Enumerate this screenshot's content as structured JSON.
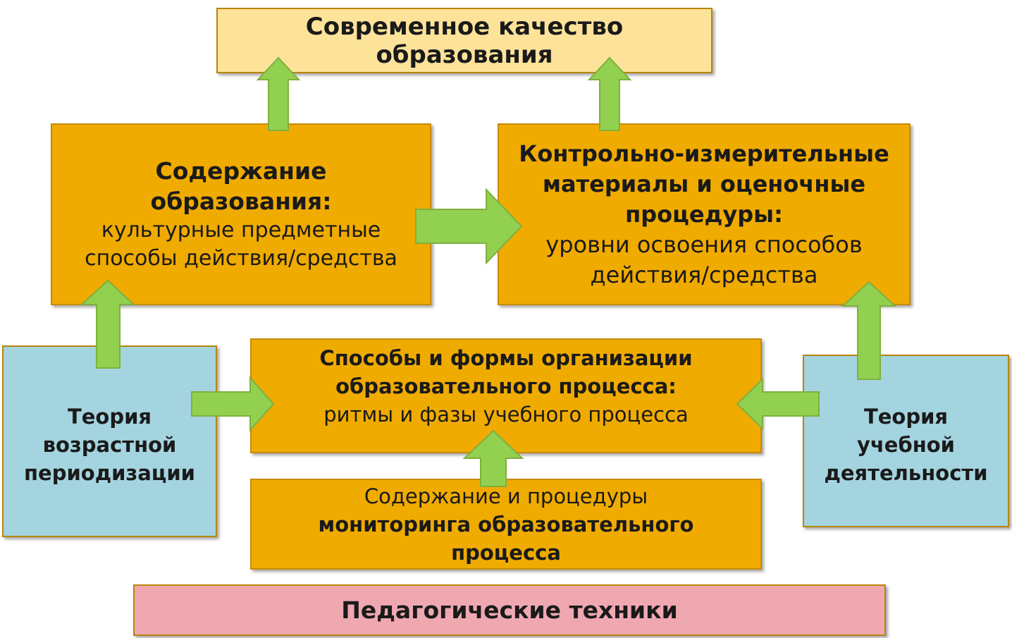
{
  "top": {
    "title_lines": [
      "Современное  качество",
      "образования"
    ]
  },
  "content": {
    "title_lines": [
      "Содержание",
      "образования:"
    ],
    "text_lines": [
      "культурные  предметные",
      "способы действия/средства"
    ]
  },
  "kim": {
    "title_lines": [
      "Контрольно-измерительные",
      "материалы и оценочные",
      "процедуры:"
    ],
    "text_lines": [
      "уровни освоения способов",
      "действия/средства"
    ]
  },
  "methods": {
    "title_lines": [
      "Способы и формы организации",
      "образовательного  процесса:"
    ],
    "text_lines": [
      "ритмы и фазы  учебного процесса"
    ]
  },
  "monitoring": {
    "text_line": "Содержание и  процедуры",
    "title_lines": [
      "мониторинга  образовательного",
      "процесса"
    ]
  },
  "age_theory": {
    "title_lines": [
      "Теория",
      "возрастной",
      "периодизации"
    ]
  },
  "learning_theory": {
    "title_lines": [
      "Теория",
      "учебной",
      "деятельности"
    ]
  },
  "bottom": {
    "title": "Педагогические  техники"
  },
  "colors": {
    "orange": "#f0ab00",
    "yellow": "#fde39a",
    "blue": "#a4d4e0",
    "pink": "#f0a8b0",
    "arrow": "#92d050"
  }
}
